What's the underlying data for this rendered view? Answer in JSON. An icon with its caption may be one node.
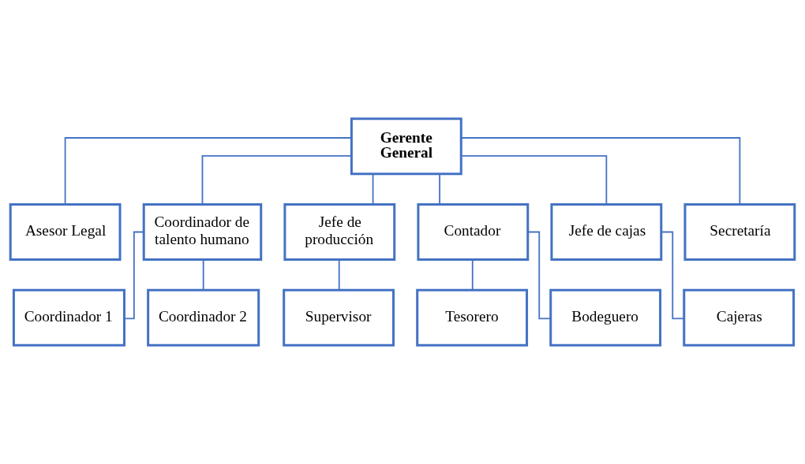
{
  "diagram": {
    "nodes": [
      {
        "text": [
          "Gerente General"
        ]
      },
      {
        "text": [
          "Asesor Legal"
        ]
      },
      {
        "text": [
          "Coordinador de talento humano"
        ]
      },
      {
        "text": [
          "Jefe de producción"
        ]
      },
      {
        "text": [
          "Contador"
        ]
      },
      {
        "text": [
          "Jefe de cajas"
        ]
      },
      {
        "text": [
          "Secretaría"
        ]
      },
      {
        "text": [
          "Coordinador 1"
        ]
      },
      {
        "text": [
          "Supervisor"
        ]
      },
      {
        "text": [
          "Tesorero"
        ]
      },
      {
        "text": [
          "Cajeras"
        ]
      },
      {
        "text": [
          "Coordinador 2"
        ]
      },
      {
        "text": [
          "Bodeguero"
        ]
      }
    ],
    "edges": [
      {
        "from": 0,
        "to": 1,
        "arrow": "none"
      },
      {
        "from": 0,
        "to": 2,
        "arrow": "none"
      },
      {
        "from": 0,
        "to": 3,
        "arrow": "none"
      },
      {
        "from": 0,
        "to": 4,
        "arrow": "none"
      },
      {
        "from": 0,
        "to": 5,
        "arrow": "none"
      },
      {
        "from": 0,
        "to": 6,
        "arrow": "none"
      },
      {
        "from": 2,
        "to": 7,
        "arrow": "none"
      },
      {
        "from": 2,
        "to": 11,
        "arrow": "none"
      },
      {
        "from": 3,
        "to": 8,
        "arrow": "none"
      },
      {
        "from": 4,
        "to": 9,
        "arrow": "none"
      },
      {
        "from": 4,
        "to": 12,
        "arrow": "none"
      },
      {
        "from": 5,
        "to": 10,
        "arrow": "none"
      }
    ]
  }
}
